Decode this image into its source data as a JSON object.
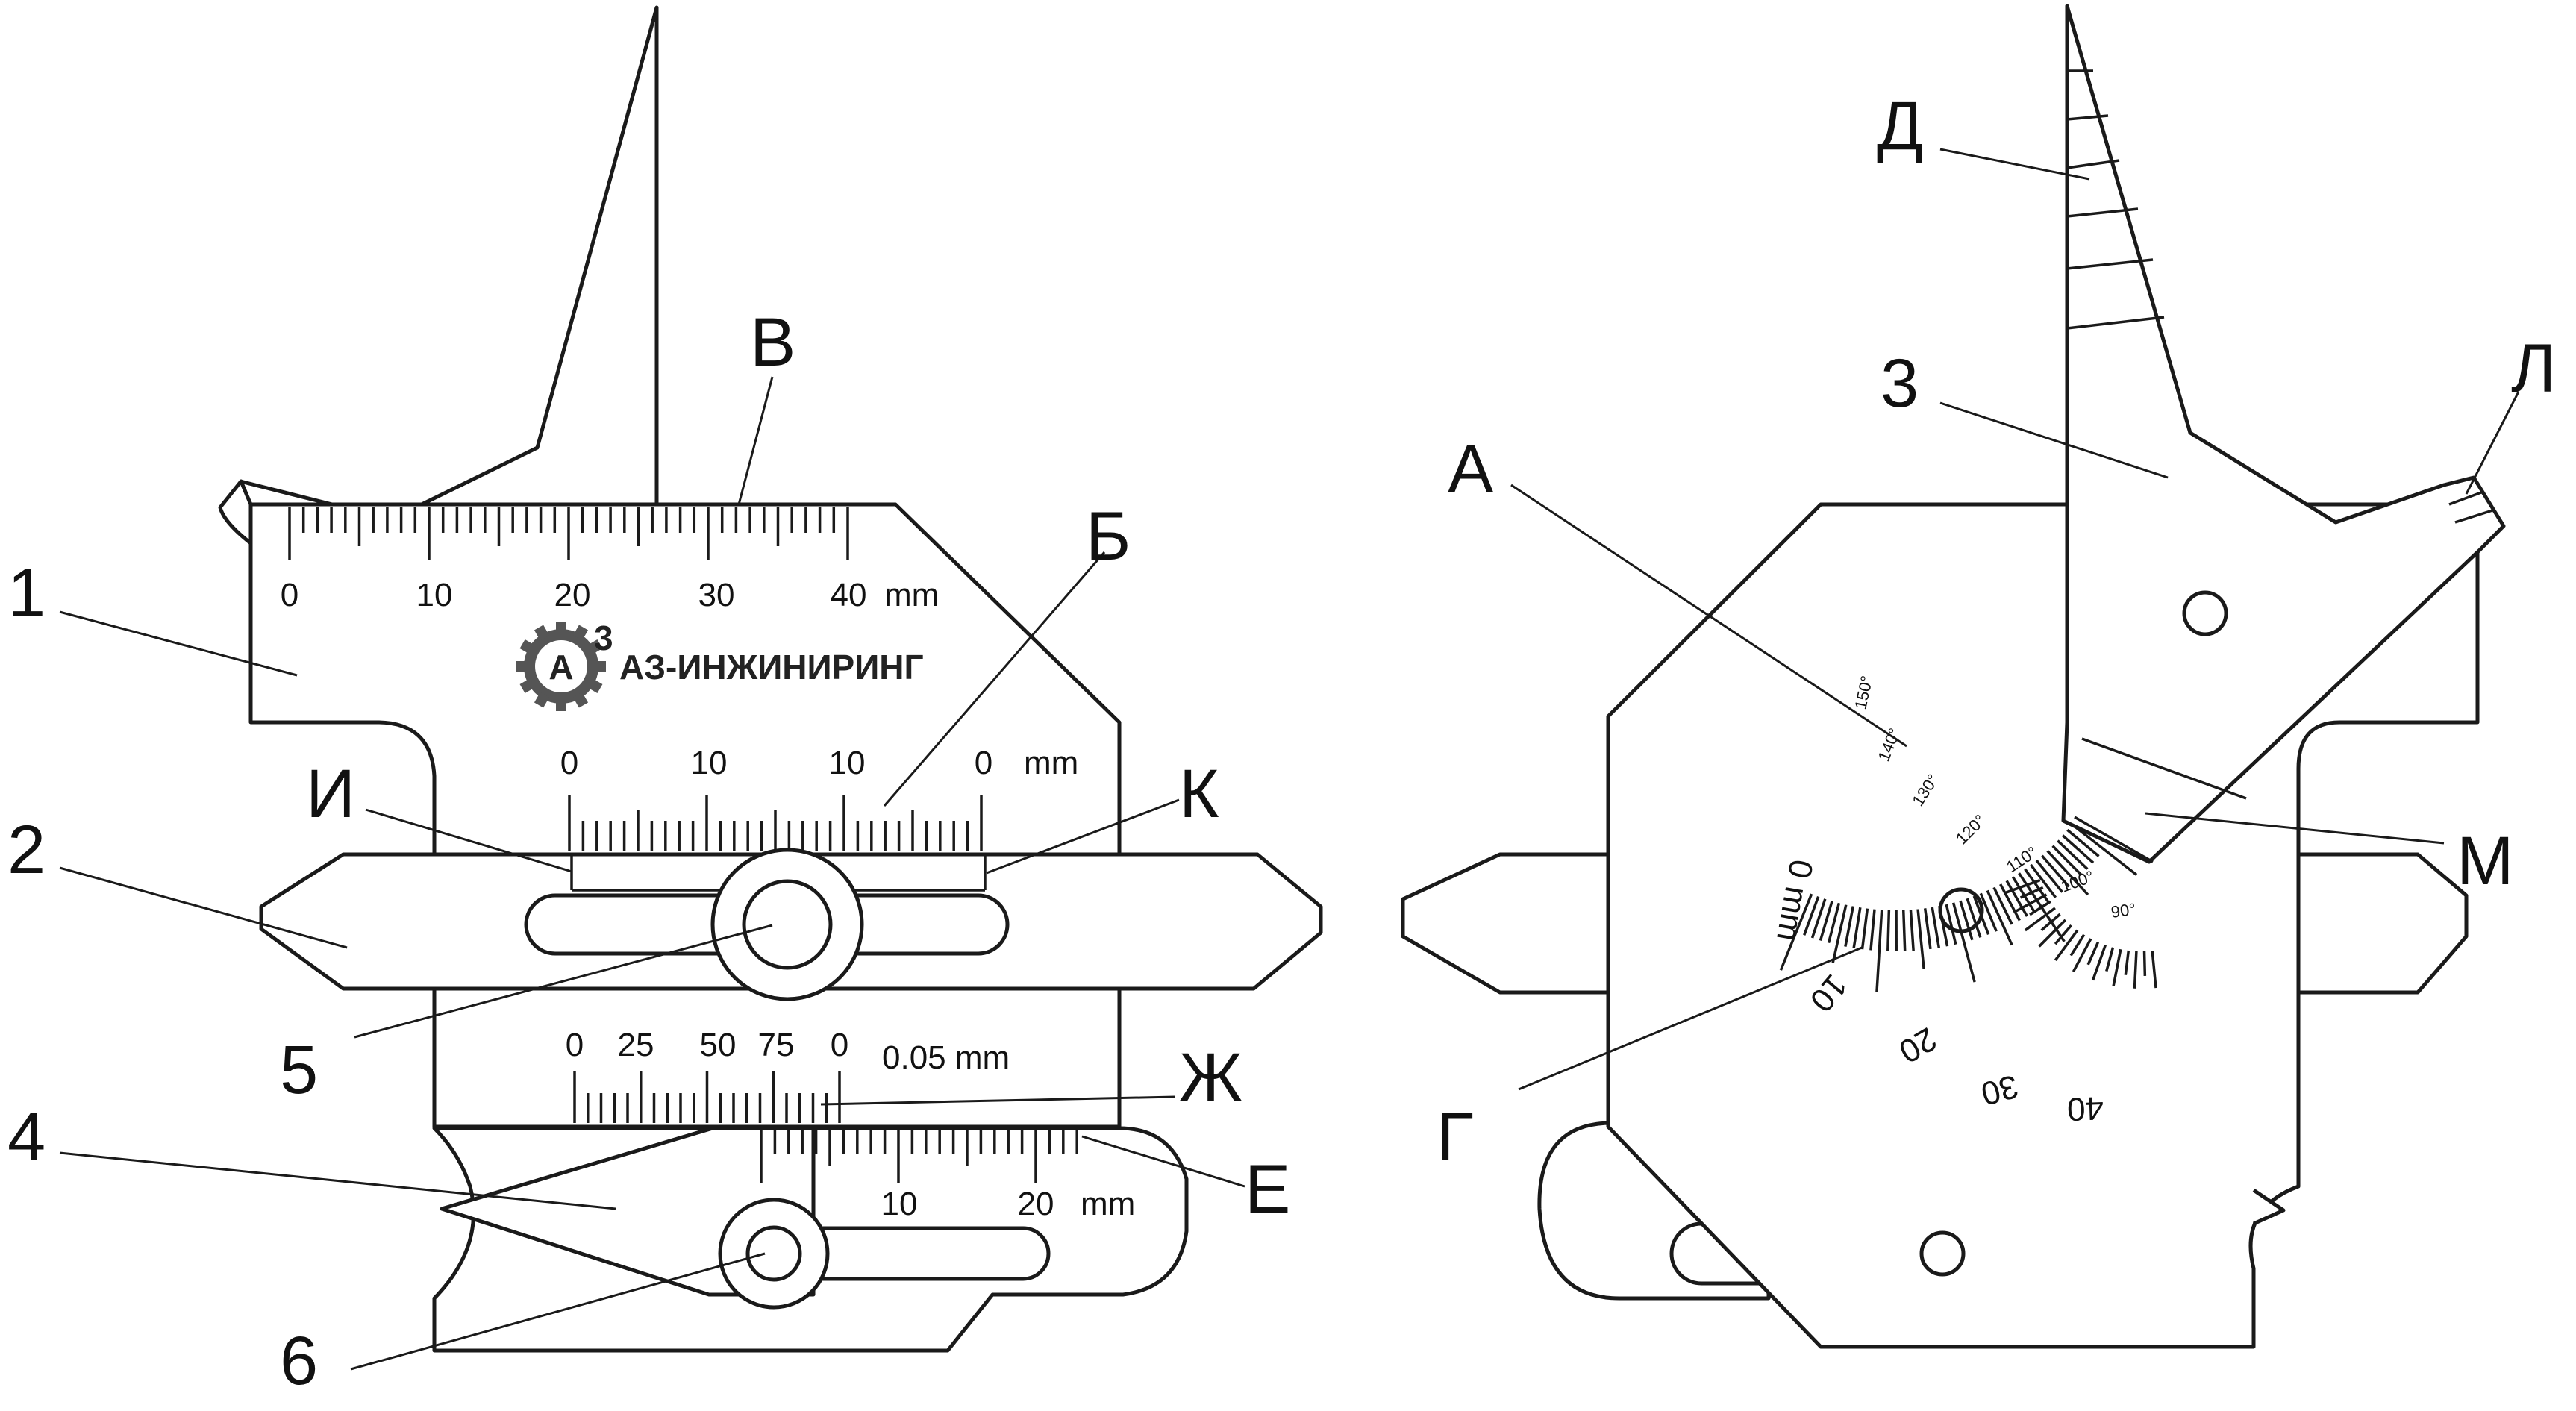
{
  "brand": {
    "logo_letter": "А",
    "logo_superscript": "3",
    "name": "АЗ-ИНЖИНИРИНГ"
  },
  "callouts": {
    "n1": "1",
    "n2": "2",
    "n3": "3",
    "n4": "4",
    "n5": "5",
    "n6": "6",
    "A": "А",
    "B": "Б",
    "V": "В",
    "G": "Г",
    "D": "Д",
    "E": "Е",
    "ZH": "Ж",
    "I": "И",
    "K": "К",
    "L": "Л",
    "M": "М"
  },
  "scales": {
    "top_ruler": {
      "labels": [
        "0",
        "10",
        "20",
        "30",
        "40"
      ],
      "unit": "mm"
    },
    "middle_scale": {
      "labels": [
        "0",
        "10",
        "10",
        "0"
      ],
      "unit": "mm"
    },
    "vernier": {
      "labels": [
        "0",
        "25",
        "50",
        "75",
        "0"
      ],
      "resolution": "0.05 mm"
    },
    "lower_ruler": {
      "labels": [
        "10",
        "20"
      ],
      "unit": "mm"
    },
    "angle_scale": {
      "labels": [
        "150°",
        "140°",
        "130°",
        "120°",
        "110°",
        "100°",
        "90°"
      ]
    },
    "arc_scale": {
      "labels": [
        "0 mm",
        "10",
        "20",
        "30",
        "40"
      ]
    }
  },
  "colors": {
    "line": "#1a1a1a",
    "paper": "#ffffff",
    "logo_gear": "#555555"
  }
}
